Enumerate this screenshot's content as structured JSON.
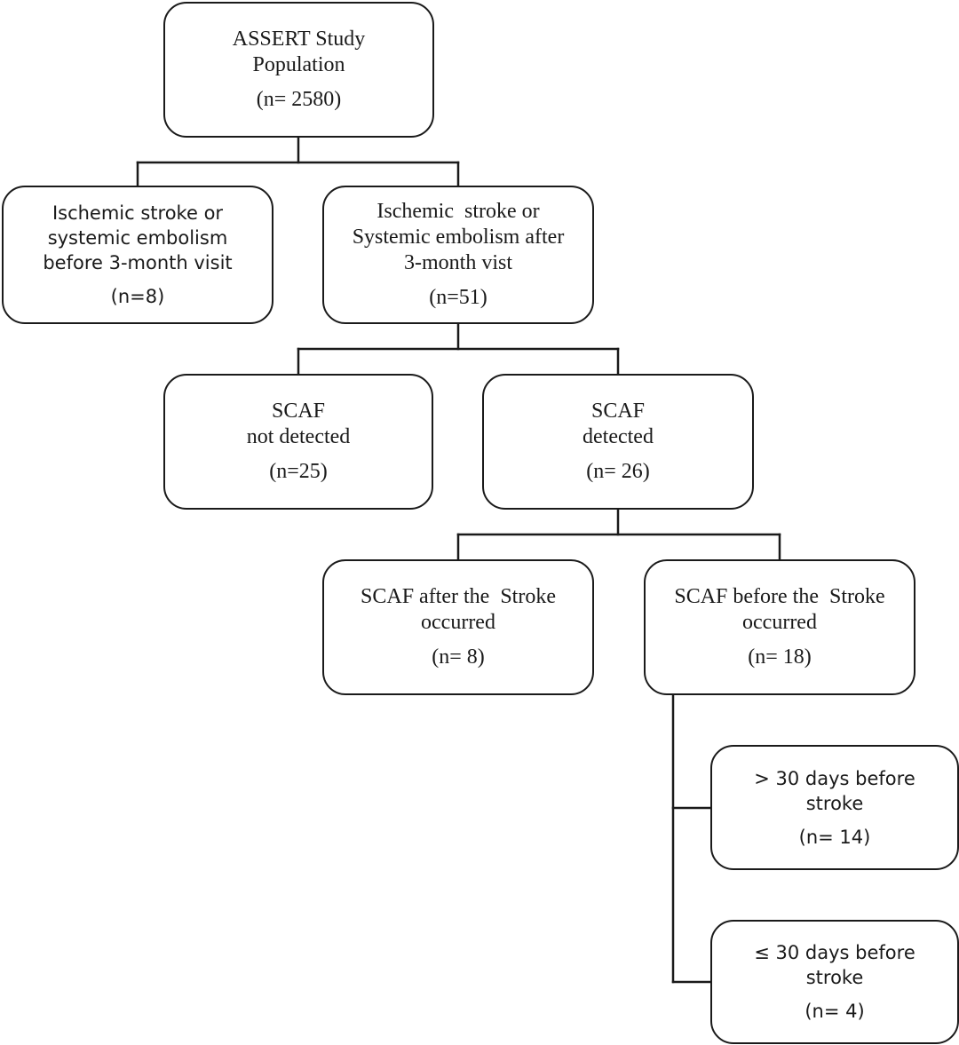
{
  "nodes": {
    "root": {
      "lines": [
        "ASSERT Study",
        "Population"
      ],
      "count": "(n= 2580)"
    },
    "ischemic_before": {
      "lines": [
        "Ischemic stroke or",
        "systemic embolism",
        "before 3-month visit"
      ],
      "count": "(n=8)"
    },
    "ischemic_after": {
      "lines": [
        "Ischemic  stroke or",
        "Systemic embolism after",
        "3-month vist"
      ],
      "count": "(n=51)"
    },
    "scaf_not_detected": {
      "lines": [
        "SCAF",
        "not detected"
      ],
      "count": "(n=25)"
    },
    "scaf_detected": {
      "lines": [
        "SCAF",
        "detected"
      ],
      "count": "(n= 26)"
    },
    "scaf_after_stroke": {
      "lines": [
        "SCAF after the  Stroke",
        "occurred"
      ],
      "count": "(n= 8)"
    },
    "scaf_before_stroke": {
      "lines": [
        "SCAF before the  Stroke",
        "occurred"
      ],
      "count": "(n= 18)"
    },
    "gt_30_days": {
      "lines": [
        "> 30 days before",
        "stroke"
      ],
      "count": "(n= 14)"
    },
    "le_30_days": {
      "lines": [
        "≤ 30 days before",
        "stroke"
      ],
      "count": "(n= 4)"
    }
  }
}
